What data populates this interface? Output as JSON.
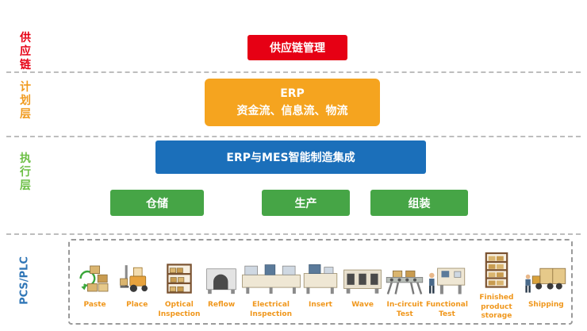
{
  "side_labels": {
    "supply_chain": "供应链",
    "planning": "计划层",
    "execution": "执行层",
    "pcs_plc": "PCS/PLC"
  },
  "boxes": {
    "supply_chain_mgmt": "供应链管理",
    "erp_title": "ERP",
    "erp_flows": "资金流、信息流、物流",
    "erp_mes_integration": "ERP与MES智能制造集成",
    "warehouse": "仓储",
    "production": "生产",
    "assembly": "组装"
  },
  "stations": [
    {
      "label": "Paste",
      "icon": "paste-crates-icon"
    },
    {
      "label": "Place",
      "icon": "place-forklift-icon"
    },
    {
      "label": "Optical Inspection",
      "icon": "optical-inspection-rack-icon"
    },
    {
      "label": "Reflow",
      "icon": "reflow-oven-icon"
    },
    {
      "label": "Electrical Inspection",
      "icon": "electrical-inspection-machine-icon"
    },
    {
      "label": "Insert",
      "icon": "insert-machine-icon"
    },
    {
      "label": "Wave",
      "icon": "wave-oven-icon"
    },
    {
      "label": "In-circuit Test",
      "icon": "in-circuit-test-conveyor-icon"
    },
    {
      "label": "Functional Test",
      "icon": "functional-test-machine-icon"
    },
    {
      "label": "Finished product storage",
      "icon": "finished-product-storage-rack-icon"
    },
    {
      "label": "Shipping",
      "icon": "shipping-truck-icon"
    }
  ],
  "colors": {
    "supply_chain_red": "#e60014",
    "planning_orange": "#f5a41f",
    "integration_blue": "#1b6fba",
    "execution_green": "#46a546",
    "side_exec_green": "#6cbf45",
    "side_pcs_blue": "#2e75b6",
    "station_label_orange": "#f0971c",
    "dashed_line_gray": "#bdbdbd"
  }
}
